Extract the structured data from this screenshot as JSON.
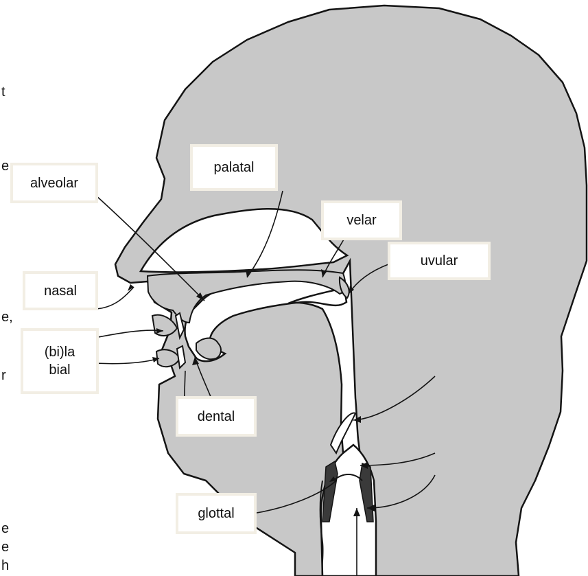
{
  "labels": {
    "alveolar": "alveolar",
    "palatal": "palatal",
    "velar": "velar",
    "uvular": "uvular",
    "nasal": "nasal",
    "bilabial_line1": "(bi)la",
    "bilabial_line2": "bial",
    "dental": "dental",
    "glottal": "glottal"
  },
  "cropped_text": [
    "t",
    "e",
    "e,",
    "r",
    "e",
    "e",
    "h"
  ],
  "colors": {
    "head_fill": "#c8c8c8",
    "outline": "#141414",
    "label_border": "#f2eee4"
  }
}
